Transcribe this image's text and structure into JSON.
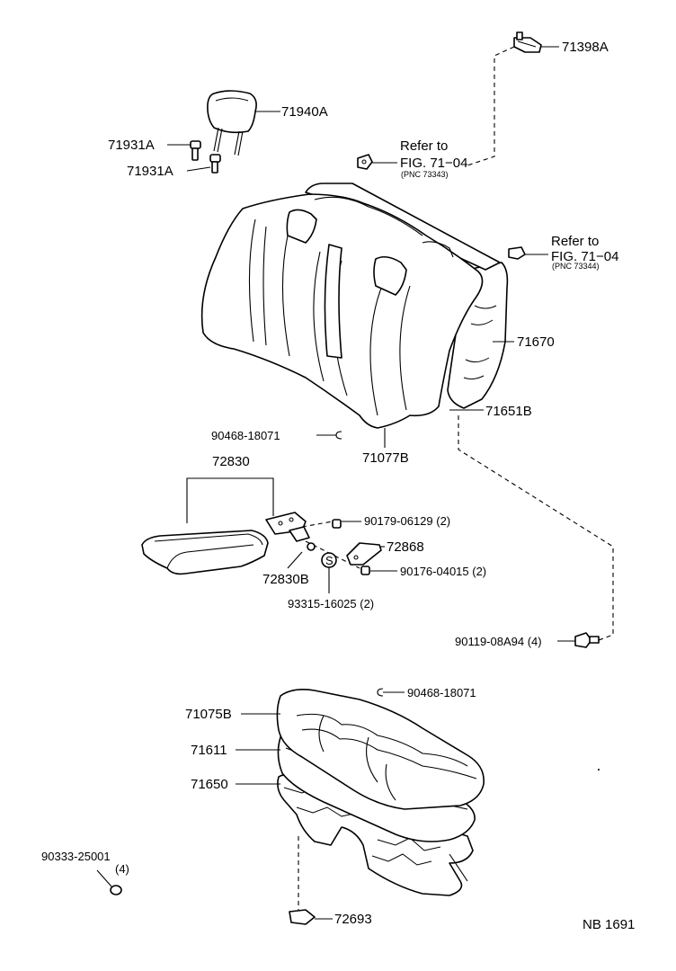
{
  "labels": {
    "headrest": "71940A",
    "support_1": "71931A",
    "support_2": "71931A",
    "hook": "71398A",
    "refer_1_line1": "Refer to",
    "refer_1_line2": "FIG. 71−04",
    "refer_1_pnc": "(PNC 73343)",
    "refer_2_line1": "Refer to",
    "refer_2_line2": "FIG. 71−04",
    "refer_2_pnc": "(PNC 73344)",
    "back_frame": "71670",
    "back_pad": "71651B",
    "back_cover": "71077B",
    "hog_ring_upper": "90468-18071",
    "armrest": "72830",
    "armrest_bracket": "72830B",
    "nut_1": "90179-06129  (2)",
    "hinge": "72868",
    "nut_2": "90176-04015  (2)",
    "bushing": "93315-16025  (2)",
    "bolt": "90119-08A94  (4)",
    "hog_ring_lower": "90468-18071",
    "cushion_cover": "71075B",
    "cushion_pad": "71611",
    "cushion_frame": "71650",
    "grommet": "90333-25001",
    "grommet_qty": "(4)",
    "clip": "72693",
    "figure_id": "NB  1691"
  },
  "icons": {
    "bushing_letter": "S"
  }
}
